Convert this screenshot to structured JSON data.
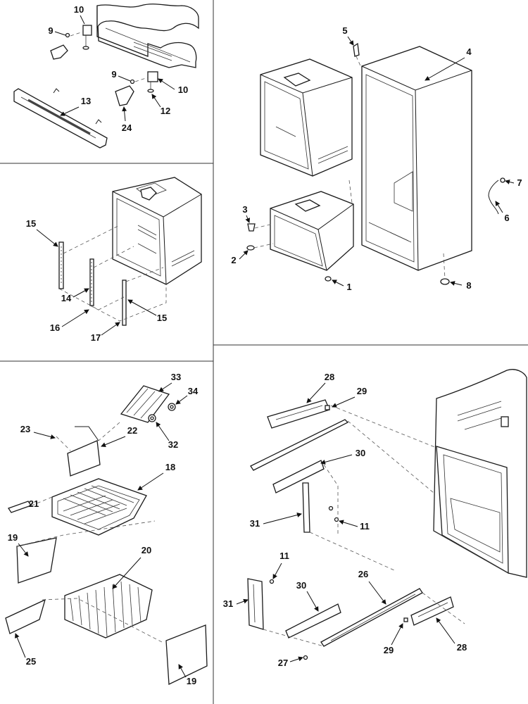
{
  "diagram": {
    "callouts": {
      "top_left": [
        "10",
        "9",
        "9",
        "10",
        "12",
        "13",
        "24"
      ],
      "middle_left": [
        "15",
        "14",
        "16",
        "17",
        "15"
      ],
      "right_upper": [
        "5",
        "4",
        "3",
        "2",
        "1",
        "7",
        "6",
        "8"
      ],
      "bottom_left": [
        "33",
        "34",
        "32",
        "23",
        "22",
        "18",
        "21",
        "19",
        "20",
        "25",
        "19"
      ],
      "bottom_right": [
        "28",
        "29",
        "30",
        "31",
        "11",
        "11",
        "30",
        "26",
        "31",
        "27",
        "29",
        "28"
      ]
    }
  }
}
